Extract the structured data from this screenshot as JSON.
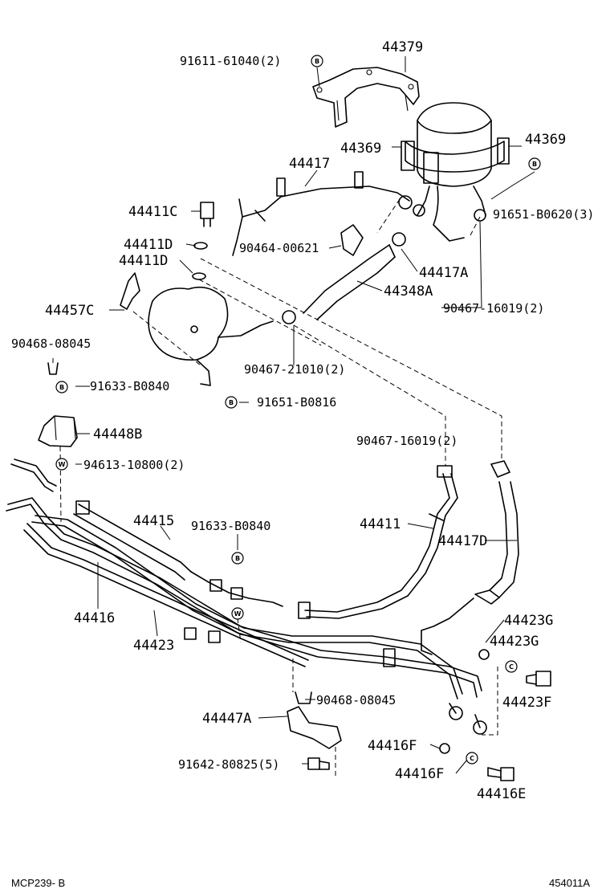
{
  "diagram": {
    "footer_left": "MCP239- B",
    "footer_right": "454011A",
    "labels": {
      "p44379": "44379",
      "p91611": "91611-61040(2)",
      "p44369a": "44369",
      "p44369b": "44369",
      "p91651_b0620": "91651-B0620(3)",
      "p44417": "44417",
      "p44411c": "44411C",
      "p44411d_1": "44411D",
      "p44411d_2": "44411D",
      "p90464": "90464-00621",
      "p44417a": "44417A",
      "p44348a": "44348A",
      "p90467_16019_top": "90467-16019(2)",
      "p44457c": "44457C",
      "p90468_top": "90468-08045",
      "p90467_21010": "90467-21010(2)",
      "p91633_1": "91633-B0840",
      "p91651_b0816": "91651-B0816",
      "p44448b": "44448B",
      "p90467_16019_mid": "90467-16019(2)",
      "p94613": "94613-10800(2)",
      "p44415": "44415",
      "p91633_2": "91633-B0840",
      "p44411": "44411",
      "p44417d": "44417D",
      "p44416": "44416",
      "p44423": "44423",
      "p44423g_1": "44423G",
      "p44423g_2": "44423G",
      "p44423f": "44423F",
      "p90468_bot": "90468-08045",
      "p44447a": "44447A",
      "p44416f_1": "44416F",
      "p44416f_2": "44416F",
      "p91642": "91642-80825(5)",
      "p44416e": "44416E"
    },
    "symbols": {
      "b": "B",
      "w": "W",
      "c": "C"
    }
  }
}
